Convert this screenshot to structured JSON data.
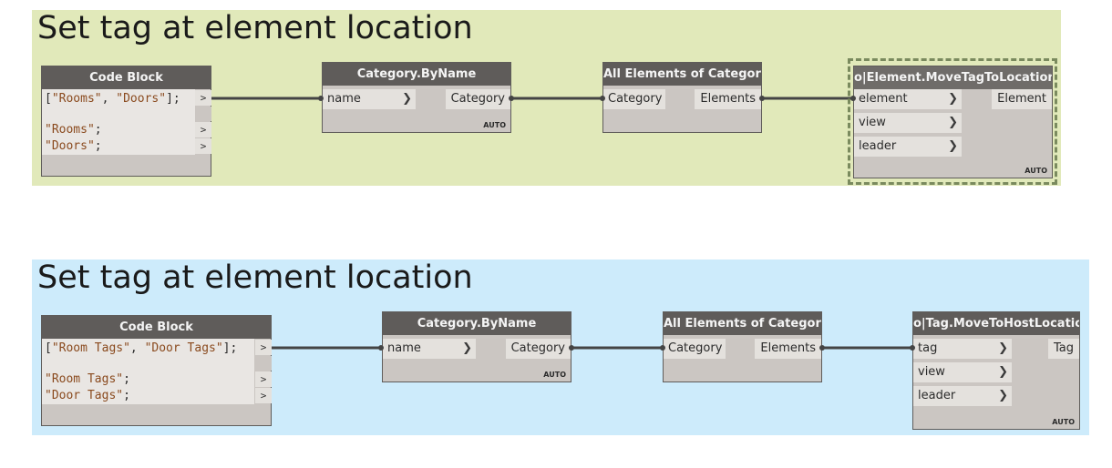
{
  "group1": {
    "title": "Set tag at element location",
    "color": "#e1e9ba",
    "code_block": {
      "title": "Code Block",
      "line1": [
        "[",
        "\"Rooms\"",
        ", ",
        "\"Doors\"",
        "];"
      ],
      "line2": [
        "\"Rooms\"",
        ";"
      ],
      "line3": [
        "\"Doors\"",
        ";"
      ],
      "out_symbol": ">"
    },
    "category_byname": {
      "title": "Category.ByName",
      "input": "name",
      "output": "Category",
      "lacing": "AUTO"
    },
    "all_elements": {
      "title": "All Elements of Category",
      "input": "Category",
      "output": "Elements"
    },
    "move_tag": {
      "title": "o|Element.MoveTagToLocation",
      "inputs": [
        "element",
        "view",
        "leader"
      ],
      "output": "Element",
      "lacing": "AUTO"
    }
  },
  "group2": {
    "title": "Set tag at element location",
    "color": "#cdebfb",
    "code_block": {
      "title": "Code Block",
      "line1": [
        "[",
        "\"Room Tags\"",
        ", ",
        "\"Door Tags\"",
        "];"
      ],
      "line2": [
        "\"Room Tags\"",
        ";"
      ],
      "line3": [
        "\"Door Tags\"",
        ";"
      ],
      "out_symbol": ">"
    },
    "category_byname": {
      "title": "Category.ByName",
      "input": "name",
      "output": "Category",
      "lacing": "AUTO"
    },
    "all_elements": {
      "title": "All Elements of Category",
      "input": "Category",
      "output": "Elements"
    },
    "move_tag": {
      "title": "o|Tag.MoveToHostLocation",
      "inputs": [
        "tag",
        "view",
        "leader"
      ],
      "output": "Tag",
      "lacing": "AUTO"
    }
  },
  "icons": {
    "input_chevron": "chevron-right-icon",
    "port_symbol": ">"
  },
  "wire_color": "#444444"
}
